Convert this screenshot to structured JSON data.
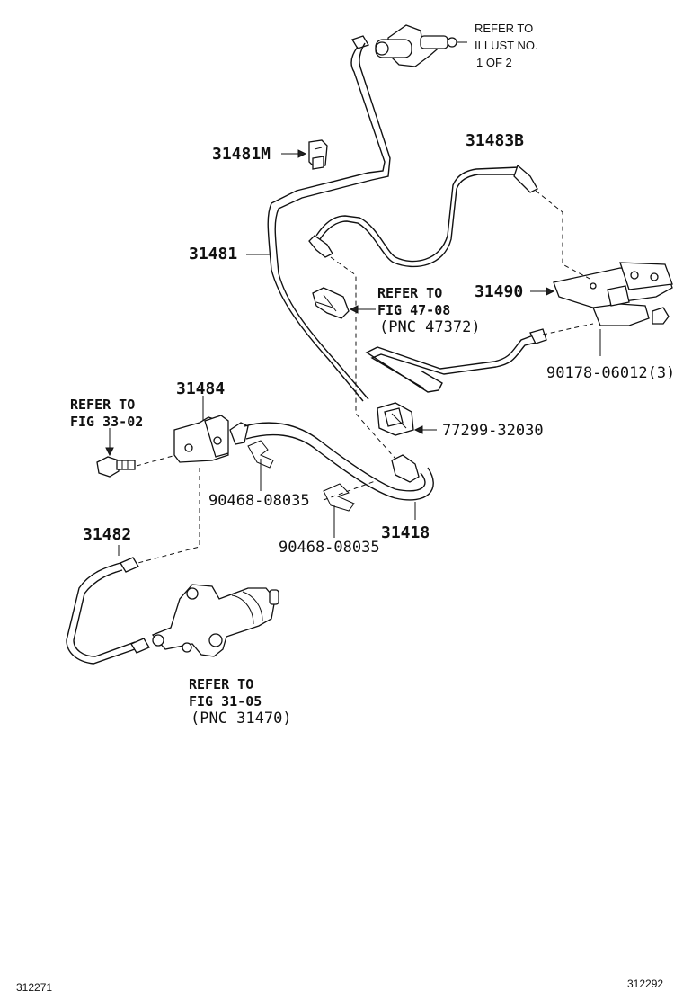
{
  "part_numbers": {
    "p31481M": "31481M",
    "p31481": "31481",
    "p31483B": "31483B",
    "p31490": "31490",
    "p90178": "90178-06012(3)",
    "p77299": "77299-32030",
    "p31484": "31484",
    "p31418": "31418",
    "p90468a": "90468-08035",
    "p90468b": "90468-08035",
    "p31482": "31482"
  },
  "references": {
    "illust": [
      "REFER TO",
      "ILLUST NO.",
      "1 OF 2"
    ],
    "fig4708": [
      "REFER TO",
      "FIG 47-08",
      "(PNC 47372)"
    ],
    "fig3302": [
      "REFER TO",
      "FIG 33-02"
    ],
    "fig3105": [
      "REFER TO",
      "FIG 31-05",
      "(PNC 31470)"
    ]
  },
  "footer": {
    "left_code": "312271",
    "right_code": "312292"
  }
}
